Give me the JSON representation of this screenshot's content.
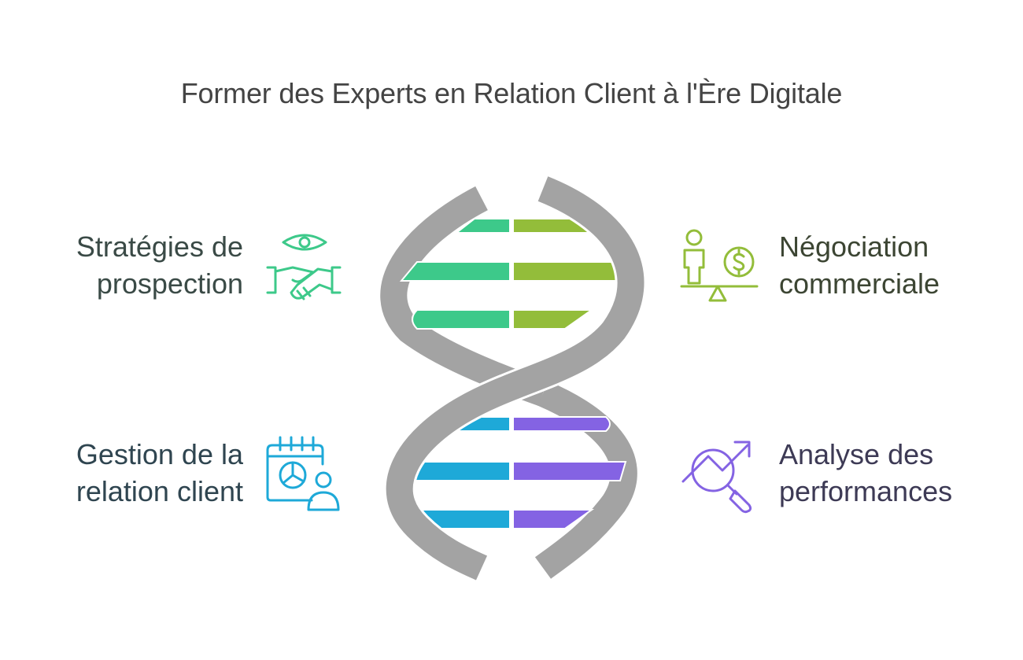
{
  "title": "Former des Experts en Relation Client à l'Ère Digitale",
  "items": {
    "top_left": {
      "line1": "Stratégies de",
      "line2": "prospection",
      "icon": "handshake-eye-icon",
      "color": "#3dc98a"
    },
    "top_right": {
      "line1": "Négociation",
      "line2": "commerciale",
      "icon": "balance-dollar-person-icon",
      "color": "#93bd3a"
    },
    "bottom_left": {
      "line1": "Gestion de la",
      "line2": "relation client",
      "icon": "calendar-chart-user-icon",
      "color": "#1ea9d8"
    },
    "bottom_right": {
      "line1": "Analyse des",
      "line2": "performances",
      "icon": "trend-magnifier-icon",
      "color": "#8463e3"
    }
  },
  "helix_color": "#9e9e9e"
}
